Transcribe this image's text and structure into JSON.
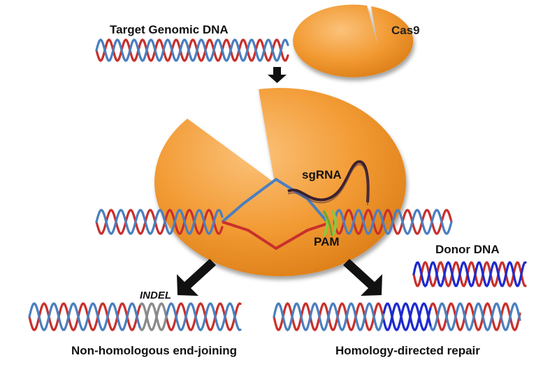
{
  "labels": {
    "target_dna": "Target Genomic DNA",
    "cas9": "Cas9",
    "sgrna": "sgRNA",
    "pam": "PAM",
    "donor_dna": "Donor DNA",
    "indel": "INDEL",
    "nhej": "Non-homologous end-joining",
    "hdr": "Homology-directed repair"
  },
  "colors": {
    "cas9_orange": "#F29A33",
    "cas9_orange_light": "#F8B760",
    "dna_red": "#C9302C",
    "dna_blue": "#4A7FC0",
    "donor_blue": "#1E2ACF",
    "pam_green": "#8CC63F",
    "sgrna_dark": "#3A2030",
    "indel_gray": "#8A8A8A",
    "arrow": "#111111"
  }
}
